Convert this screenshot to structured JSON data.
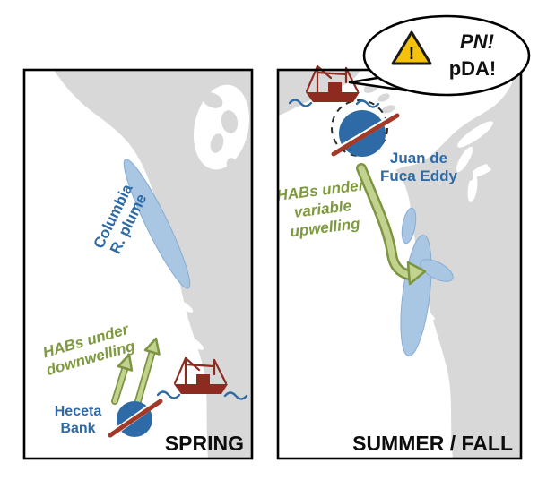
{
  "figure": {
    "colors": {
      "land_gray": "#d8d8d8",
      "plume_blue": "#a9c6e3",
      "eddy_blue": "#2e6ba6",
      "boat_red": "#8e2b20",
      "slash_red": "#a23a2a",
      "arrow_green_edge": "#7d9440",
      "arrow_green_fill": "#c2d38f",
      "text_green": "#7f9a3e",
      "text_blue": "#2e6ba6",
      "warning_yellow": "#f4c20d"
    },
    "icons": {
      "vessel": "fishing-boat-icon",
      "warning": "warning-triangle-icon",
      "eddy_symbol": "eddy-circle-icon"
    }
  },
  "left_panel": {
    "season_label": "SPRING",
    "plume_label_line1": "Columbia",
    "plume_label_line2": "R. plume",
    "hab_line1": "HABs under",
    "hab_line2": "downwelling",
    "bank_line1": "Heceta",
    "bank_line2": "Bank"
  },
  "right_panel": {
    "season_label": "SUMMER / FALL",
    "eddy_line1": "Juan de",
    "eddy_line2": "Fuca Eddy",
    "hab_line1": "HABs under",
    "hab_line2": "variable",
    "hab_line3": "upwelling"
  },
  "speech_bubble": {
    "warning_mark": "!",
    "line1": "PN!",
    "line2": "pDA!"
  }
}
